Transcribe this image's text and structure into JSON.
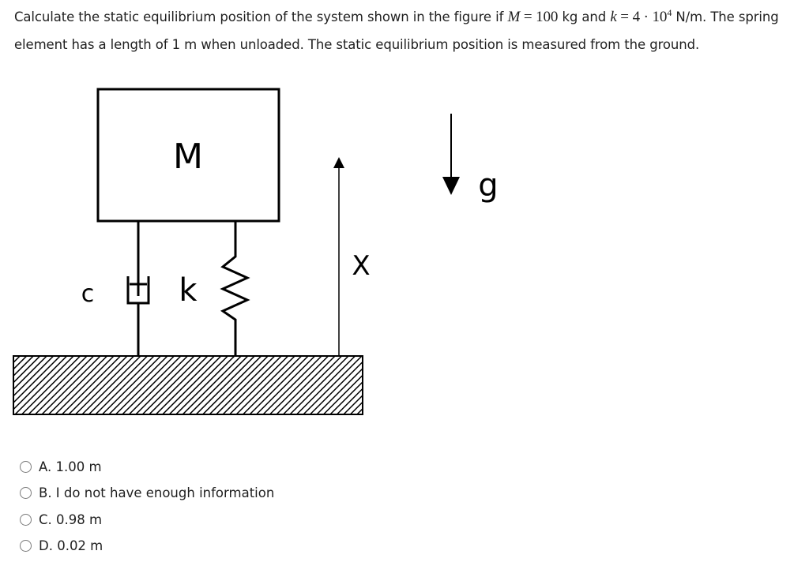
{
  "question": {
    "text_1": "Calculate the static equilibrium position of the system shown in the figure if ",
    "mass_var": "M",
    "mass_expr": " = 100",
    "text_2": " kg and ",
    "k_var": "k",
    "k_expr": " = 4 · 10",
    "k_exp": "4",
    "text_3": " N/m. The spring element has a length of 1 m when unloaded. The static equilibrium position is measured from the ground."
  },
  "figure": {
    "mass_label": "M",
    "damper_label": "c",
    "spring_label": "k",
    "position_label": "X",
    "gravity_label": "g"
  },
  "options": [
    {
      "label": "A. 1.00 m"
    },
    {
      "label": "B. I do not have enough information"
    },
    {
      "label": "C. 0.98 m"
    },
    {
      "label": "D. 0.02 m"
    }
  ],
  "colors": {
    "text": "#1f1f1f",
    "stroke": "#000000",
    "radio_border": "#7a7a7a"
  }
}
